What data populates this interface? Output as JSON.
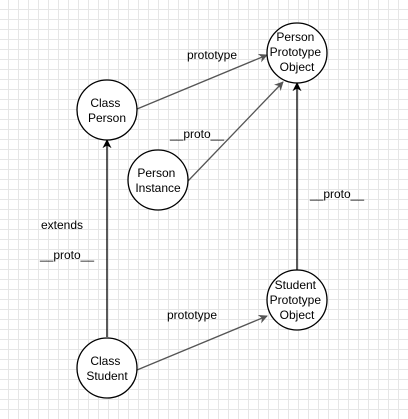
{
  "colors": {
    "stroke": "#000000",
    "edge": "#555555",
    "node_fill": "#ffffff",
    "grid": "#e6e6e6"
  },
  "nodes": {
    "class_person": [
      "Class",
      "Person"
    ],
    "person_prototype_object": [
      "Person",
      "Prototype",
      "Object"
    ],
    "person_instance": [
      "Person",
      "Instance"
    ],
    "student_prototype_object": [
      "Student",
      "Prototype",
      "Object"
    ],
    "class_student": [
      "Class",
      "Student"
    ]
  },
  "edges": {
    "class_person_to_person_prototype": "prototype",
    "person_instance_to_person_prototype": "__proto__",
    "student_prototype_to_person_prototype": "__proto__",
    "class_student_to_class_person_extends": "extends",
    "class_student_to_class_person_proto": "__proto__",
    "class_student_to_student_prototype": "prototype"
  }
}
